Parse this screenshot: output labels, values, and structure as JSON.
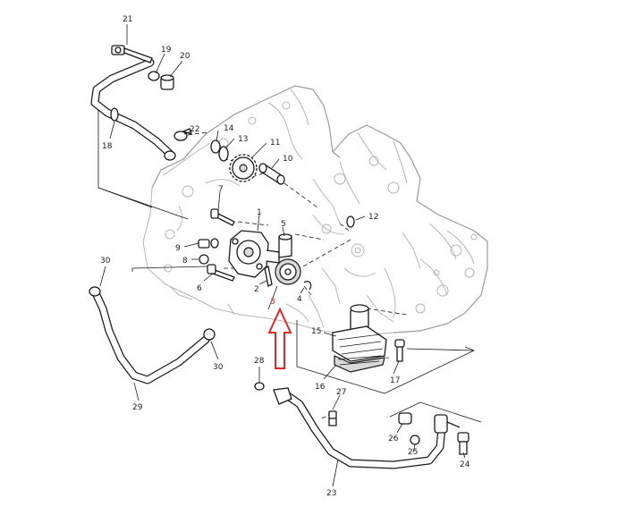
{
  "diagram": {
    "callouts": [
      {
        "id": "c21",
        "label": "21"
      },
      {
        "id": "c19",
        "label": "19"
      },
      {
        "id": "c20",
        "label": "20"
      },
      {
        "id": "c18",
        "label": "18"
      },
      {
        "id": "c22",
        "label": "22"
      },
      {
        "id": "c14",
        "label": "14"
      },
      {
        "id": "c13",
        "label": "13"
      },
      {
        "id": "c11",
        "label": "11"
      },
      {
        "id": "c10",
        "label": "10"
      },
      {
        "id": "c7",
        "label": "7"
      },
      {
        "id": "c1",
        "label": "1"
      },
      {
        "id": "c9",
        "label": "9"
      },
      {
        "id": "c8",
        "label": "8"
      },
      {
        "id": "c5",
        "label": "5"
      },
      {
        "id": "c12",
        "label": "12"
      },
      {
        "id": "c6",
        "label": "6"
      },
      {
        "id": "c2",
        "label": "2"
      },
      {
        "id": "c3",
        "label": "3"
      },
      {
        "id": "c4",
        "label": "4"
      },
      {
        "id": "c30a",
        "label": "30"
      },
      {
        "id": "c30b",
        "label": "30"
      },
      {
        "id": "c15",
        "label": "15"
      },
      {
        "id": "c17",
        "label": "17"
      },
      {
        "id": "c16",
        "label": "16"
      },
      {
        "id": "c28",
        "label": "28"
      },
      {
        "id": "c27",
        "label": "27"
      },
      {
        "id": "c29",
        "label": "29"
      },
      {
        "id": "c26",
        "label": "26"
      },
      {
        "id": "c25",
        "label": "25"
      },
      {
        "id": "c24",
        "label": "24"
      },
      {
        "id": "c23",
        "label": "23"
      }
    ],
    "highlight_color": "#e0282a"
  }
}
